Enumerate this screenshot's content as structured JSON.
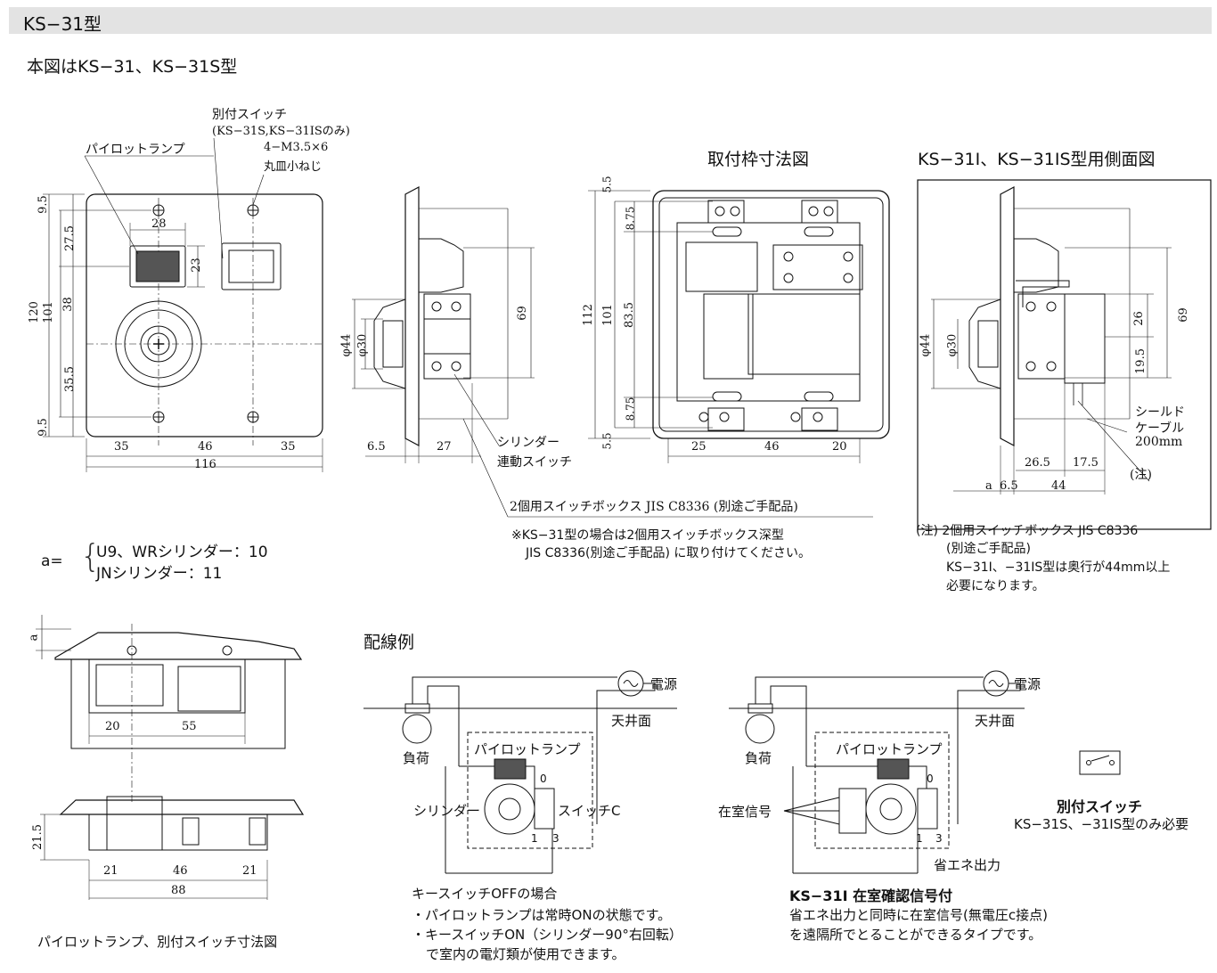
{
  "header": {
    "title": "KS−31型"
  },
  "main_caption": "本図はKS−31、KS−31S型",
  "front_view": {
    "label_pilot_lamp": "パイロットランプ",
    "label_ext_switch_1": "別付スイッチ",
    "label_ext_switch_2": "(KS−31S,KS−31ISのみ)",
    "label_screw_1": "4−M3.5×6",
    "label_screw_2": "丸皿小ねじ",
    "dims": {
      "d9_5_top": "9.5",
      "d27_5": "27.5",
      "d38": "38",
      "d35_5": "35.5",
      "d9_5_bot": "9.5",
      "d120": "120",
      "d101": "101",
      "d28": "28",
      "d23": "23",
      "d35_l": "35",
      "d46": "46",
      "d35_r": "35",
      "d116": "116"
    }
  },
  "side_view": {
    "dims": {
      "phi44": "φ44",
      "phi30": "φ30",
      "d69": "69",
      "d6_5": "6.5",
      "d27": "27"
    },
    "label_cyl_1": "シリンダー",
    "label_cyl_2": "連動スイッチ",
    "label_box": "2個用スイッチボックス JIS C8336 (別途ご手配品)"
  },
  "frame_view": {
    "title": "取付枠寸法図",
    "dims": {
      "d5_5_top": "5.5",
      "d8_75_top": "8.75",
      "d112": "112",
      "d101": "101",
      "d83_5": "83.5",
      "d8_75_bot": "8.75",
      "d5_5_bot": "5.5",
      "d25": "25",
      "d46": "46",
      "d20": "20"
    }
  },
  "side_view_i": {
    "title": "KS−31I、KS−31IS型用側面図",
    "dims": {
      "phi44": "φ44",
      "phi30": "φ30",
      "d26": "26",
      "d19_5": "19.5",
      "d69": "69",
      "d26_5": "26.5",
      "d17_5": "17.5",
      "a": "a",
      "d6_5": "6.5",
      "d44": "44"
    },
    "label_shield_1": "シールド",
    "label_shield_2": "ケーブル",
    "label_shield_3": "200mm",
    "label_note_mark": "(注)"
  },
  "note_box": {
    "line1": "※KS−31型の場合は2個用スイッチボックス深型",
    "line2": "JIS C8336(別途ご手配品) に取り付けてください。"
  },
  "note_i": {
    "line1": "(注) 2個用スイッチボックス JIS C8336",
    "line2": "(別途ご手配品)",
    "line3": "KS−31I、−31IS型は奥行が44mm以上",
    "line4": "必要になります。"
  },
  "a_def": {
    "prefix": "a=",
    "line1": "U9、WRシリンダー：10",
    "line2": "JNシリンダー：11"
  },
  "lamp_view": {
    "dims": {
      "a": "a",
      "d20": "20",
      "d55": "55",
      "d21_5": "21.5",
      "d21_l": "21",
      "d46": "46",
      "d21_r": "21",
      "d88": "88"
    },
    "caption": "パイロットランプ、別付スイッチ寸法図"
  },
  "wiring": {
    "title": "配線例",
    "left": {
      "power": "電源",
      "ceiling": "天井面",
      "load": "負荷",
      "pilot": "パイロットランプ",
      "cylinder": "シリンダー",
      "switch_c": "スイッチC",
      "t0": "0",
      "t1": "1",
      "t3": "3",
      "caption": "キースイッチOFFの場合",
      "bullet1": "・パイロットランプは常時ONの状態です。",
      "bullet2": "・キースイッチON（シリンダー90°右回転）",
      "bullet3": "で室内の電灯類が使用できます。"
    },
    "right": {
      "power": "電源",
      "ceiling": "天井面",
      "load": "負荷",
      "pilot": "パイロットランプ",
      "presence": "在室信号",
      "energy": "省エネ出力",
      "t0": "0",
      "t1": "1",
      "t3": "3",
      "title": "KS−31I 在室確認信号付",
      "desc1": "省エネ出力と同時に在室信号(無電圧c接点)",
      "desc2": "を遠隔所でとることができるタイプです。"
    },
    "ext": {
      "title": "別付スイッチ",
      "desc": "KS−31S、−31IS型のみ必要"
    }
  }
}
